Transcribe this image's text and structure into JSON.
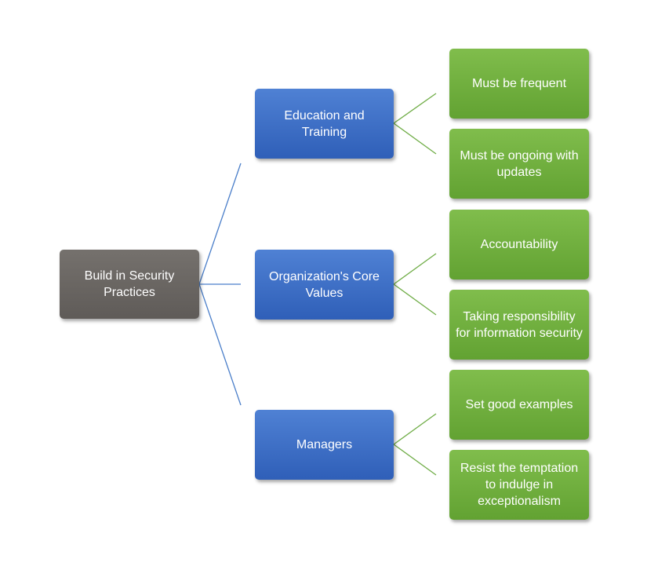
{
  "root": {
    "label": "Build in Security Practices"
  },
  "branches": [
    {
      "label": "Education and Training",
      "children": [
        "Must be frequent",
        "Must be ongoing with updates"
      ]
    },
    {
      "label": "Organization's Core Values",
      "children": [
        "Accountability",
        "Taking responsibility for information security"
      ]
    },
    {
      "label": "Managers",
      "children": [
        "Set good examples",
        "Resist the temptation to indulge in exceptionalism"
      ]
    }
  ],
  "colors": {
    "root": "#6e6a67",
    "branch": "#4472c4",
    "leaf": "#70ad47",
    "root_connector": "#4a7ec9",
    "leaf_connector": "#70ad47"
  }
}
